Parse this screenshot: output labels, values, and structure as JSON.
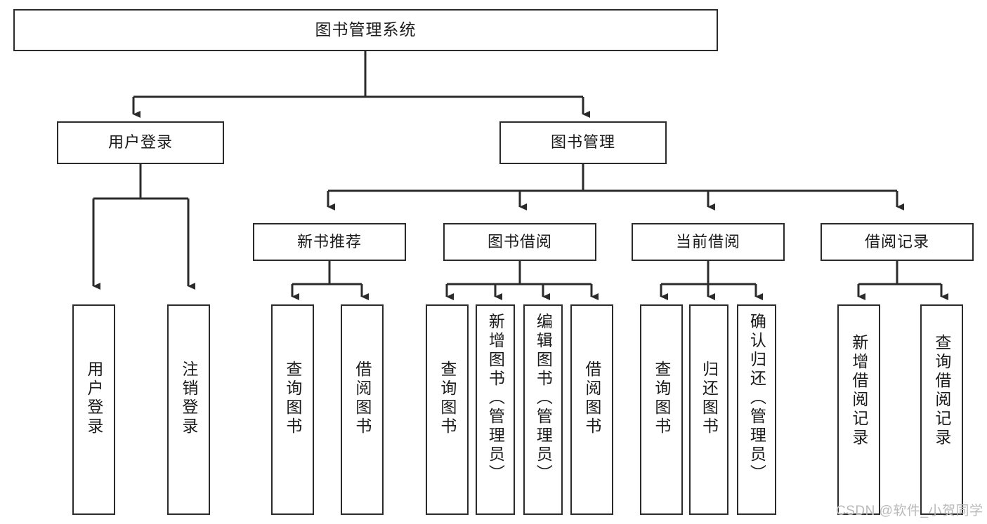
{
  "diagram": {
    "type": "tree-hierarchy-chart",
    "title": "图书管理系统",
    "watermark": "CSDN @软件_小贺同学",
    "colors": {
      "box_stroke": "#2b2b2b",
      "box_fill": "#ffffff",
      "edge_stroke": "#2b2b2b",
      "text": "#1a1a1a",
      "watermark": "#b9b9b9",
      "background": "#ffffff"
    },
    "levels": [
      {
        "level": 0,
        "nodes": [
          {
            "id": "root",
            "label": "图书管理系统",
            "orientation": "horizontal"
          }
        ]
      },
      {
        "level": 1,
        "nodes": [
          {
            "id": "login",
            "label": "用户登录",
            "orientation": "horizontal",
            "parent": "root"
          },
          {
            "id": "bookmgmt",
            "label": "图书管理",
            "orientation": "horizontal",
            "parent": "root"
          }
        ]
      },
      {
        "level": 2,
        "nodes": [
          {
            "id": "newbook",
            "label": "新书推荐",
            "orientation": "horizontal",
            "parent": "bookmgmt"
          },
          {
            "id": "borrow",
            "label": "图书借阅",
            "orientation": "horizontal",
            "parent": "bookmgmt"
          },
          {
            "id": "current",
            "label": "当前借阅",
            "orientation": "horizontal",
            "parent": "bookmgmt"
          },
          {
            "id": "records",
            "label": "借阅记录",
            "orientation": "horizontal",
            "parent": "bookmgmt"
          }
        ]
      },
      {
        "level": 3,
        "nodes": [
          {
            "id": "leaf1",
            "label": "用户登录",
            "orientation": "vertical",
            "parent": "login"
          },
          {
            "id": "leaf2",
            "label": "注销登录",
            "orientation": "vertical",
            "parent": "login"
          },
          {
            "id": "leaf3",
            "label": "查询图书",
            "orientation": "vertical",
            "parent": "newbook"
          },
          {
            "id": "leaf4",
            "label": "借阅图书",
            "orientation": "vertical",
            "parent": "newbook"
          },
          {
            "id": "leaf5",
            "label": "查询图书",
            "orientation": "vertical",
            "parent": "borrow"
          },
          {
            "id": "leaf6",
            "label": "新增图书（管理员）",
            "orientation": "vertical",
            "parent": "borrow"
          },
          {
            "id": "leaf7",
            "label": "编辑图书（管理员）",
            "orientation": "vertical",
            "parent": "borrow"
          },
          {
            "id": "leaf8",
            "label": "借阅图书",
            "orientation": "vertical",
            "parent": "borrow"
          },
          {
            "id": "leaf9",
            "label": "查询图书",
            "orientation": "vertical",
            "parent": "current"
          },
          {
            "id": "leaf10",
            "label": "归还图书",
            "orientation": "vertical",
            "parent": "current"
          },
          {
            "id": "leaf11",
            "label": "确认归还（管理员）",
            "orientation": "vertical",
            "parent": "current"
          },
          {
            "id": "leaf12",
            "label": "新增借阅记录",
            "orientation": "vertical",
            "parent": "records"
          },
          {
            "id": "leaf13",
            "label": "查询借阅记录",
            "orientation": "vertical",
            "parent": "records"
          }
        ]
      }
    ]
  }
}
